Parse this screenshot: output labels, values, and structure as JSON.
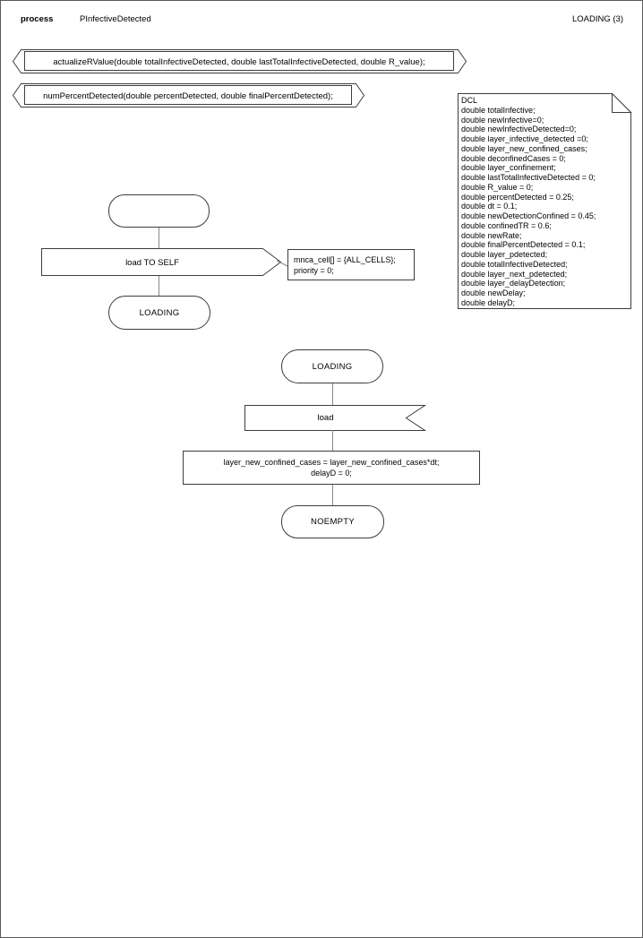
{
  "header": {
    "kind": "process",
    "name": "PInfectiveDetected",
    "page": "LOADING (3)"
  },
  "procedures": {
    "p1": "actualizeRValue(double totalInfectiveDetected, double lastTotalInfectiveDetected, double R_value);",
    "p2": "numPercentDetected(double percentDetected, double finalPercentDetected);"
  },
  "dcl": {
    "lines": [
      "DCL",
      "double totalInfective;",
      "double newInfective=0;",
      "double newInfectiveDetected=0;",
      "double layer_infective_detected =0;",
      "double layer_new_confined_cases;",
      "double deconfinedCases = 0;",
      "double layer_confinement;",
      "double lastTotalInfectiveDetected = 0;",
      "double R_value = 0;",
      "double percentDetected = 0.25;",
      "double dt = 0.1;",
      "double newDetectionConfined = 0.45;",
      "double confinedTR = 0.6;",
      "double newRate;",
      "double finalPercentDetected = 0.1;",
      "double layer_pdetected;",
      "double totalInfectiveDetected;",
      "double layer_next_pdetected;",
      "double layer_delayDetection;",
      "double newDelay;",
      "double delayD;"
    ]
  },
  "flow1": {
    "output": "load TO SELF",
    "comment_line1": "mnca_cell[] = {ALL_CELLS};",
    "comment_line2": "priority = 0;",
    "state": "LOADING"
  },
  "flow2": {
    "state": "LOADING",
    "input": "load",
    "task_line1": "layer_new_confined_cases = layer_new_confined_cases*dt;",
    "task_line2": "delayD = 0;",
    "next_state": "NOEMPTY"
  },
  "colors": {
    "shape_stroke": "#3d3d3d",
    "connector": "#878787",
    "background": "#ffffff"
  }
}
